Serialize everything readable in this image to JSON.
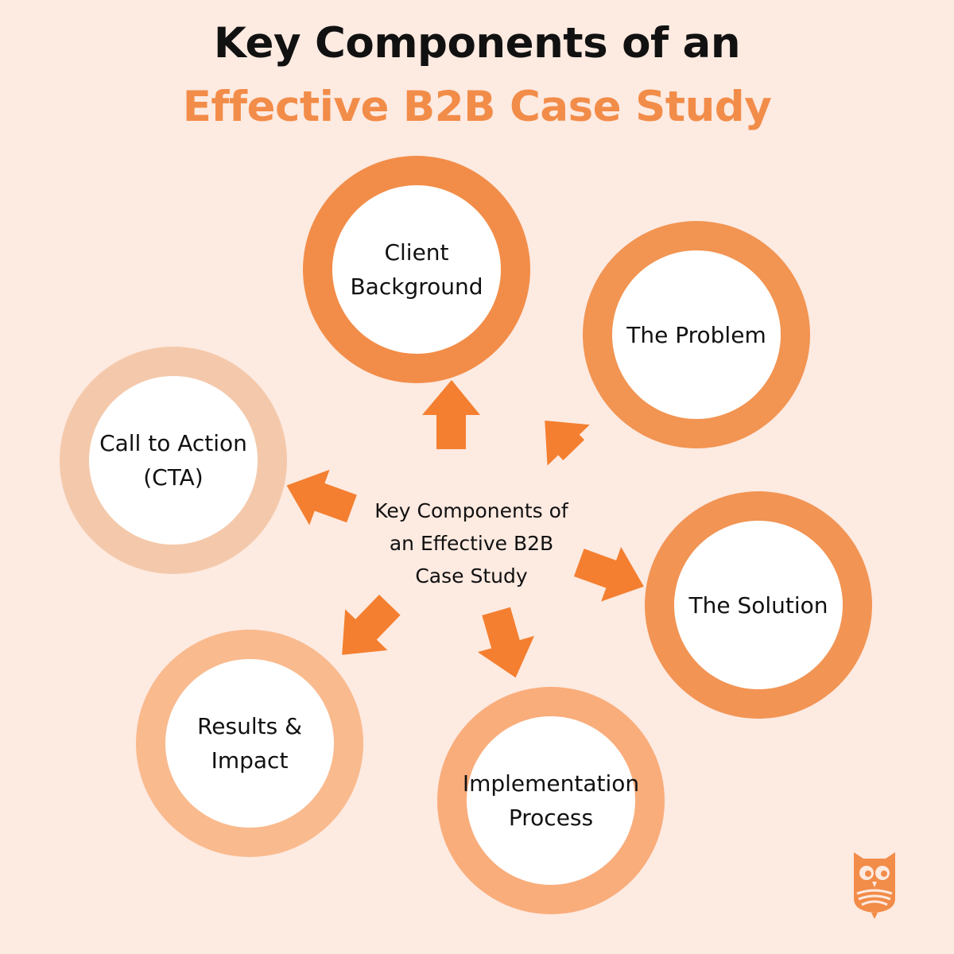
{
  "title": {
    "line1": "Key Components of an",
    "line2": "Effective B2B Case Study"
  },
  "center": {
    "label": "Key Components of\nan Effective B2B\nCase Study"
  },
  "nodes": [
    {
      "id": "client-background",
      "label": "Client\nBackground",
      "ring_color": "#f28d49"
    },
    {
      "id": "the-problem",
      "label": "The Problem",
      "ring_color": "#f29452"
    },
    {
      "id": "the-solution",
      "label": "The Solution",
      "ring_color": "#f29454"
    },
    {
      "id": "implementation-process",
      "label": "Implementation\nProcess",
      "ring_color": "#f9ad7b"
    },
    {
      "id": "results-impact",
      "label": "Results &\nImpact",
      "ring_color": "#f9ba8e"
    },
    {
      "id": "call-to-action",
      "label": "Call to Action\n(CTA)",
      "ring_color": "#f4c9ab"
    }
  ],
  "colors": {
    "background": "#fdeae1",
    "accent": "#f28c49",
    "arrow": "#f47f30"
  },
  "logo": {
    "icon": "owl-icon"
  }
}
